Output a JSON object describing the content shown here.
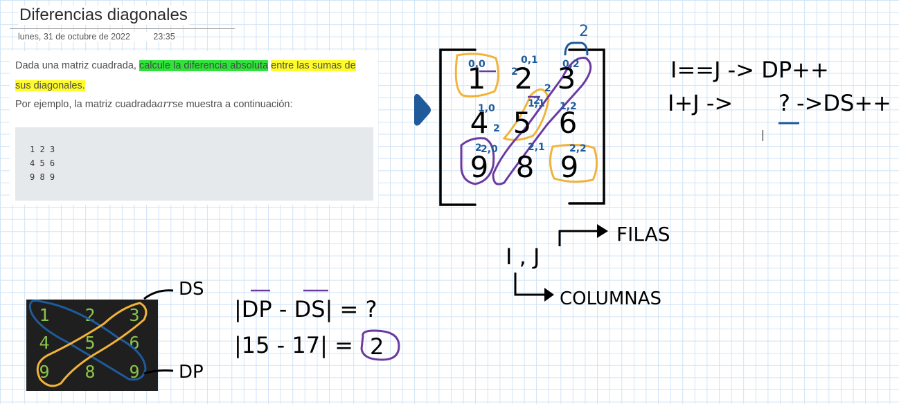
{
  "page": {
    "title": "Diferencias diagonales",
    "date": "lunes, 31 de octubre de 2022",
    "time": "23:35"
  },
  "problem": {
    "text_intro": "Dada una matriz cuadrada, ",
    "text_green": "calcule la diferencia absoluta",
    "text_space": " ",
    "text_yellow": "entre las sumas de sus diagonales.",
    "example_before": "Por ejemplo, la matriz cuadrada",
    "example_var": "arr",
    "example_after": "se muestra a continuación:",
    "code_lines": "1 2 3\n4 5 6\n9 8 9"
  },
  "big_matrix": {
    "cells": [
      "1",
      "2",
      "3",
      "4",
      "5",
      "6",
      "9",
      "8",
      "9"
    ],
    "indices": [
      "0,0",
      "0,1",
      "0,2",
      "1,0",
      "1,1",
      "1,2",
      "2,0",
      "2,1",
      "2,2"
    ],
    "sums": [
      "2",
      "2",
      "2",
      "2",
      "2"
    ],
    "top_mark": "2"
  },
  "rules": {
    "line1": "I==J -> DP++",
    "line2_a": "I+J ->",
    "line2_q": "?",
    "line2_b": "->DS++"
  },
  "axes": {
    "var": "I , J",
    "rows": "FILAS",
    "cols": "COLUMNAS"
  },
  "dark_matrix": {
    "cells": [
      "1",
      "2",
      "3",
      "4",
      "5",
      "6",
      "9",
      "8",
      "9"
    ],
    "ds_label": "DS",
    "dp_label": "DP"
  },
  "formula": {
    "line1": "|DP - DS| = ?",
    "line2": "|15 - 17| =",
    "result": "2"
  },
  "colors": {
    "ink_black": "#000000",
    "ink_blue": "#1f5a9a",
    "ink_purple": "#6b3aa0",
    "ink_yellow": "#f2b33a",
    "highlight_green": "#2fe33a",
    "highlight_yellow": "#fffb2a"
  }
}
